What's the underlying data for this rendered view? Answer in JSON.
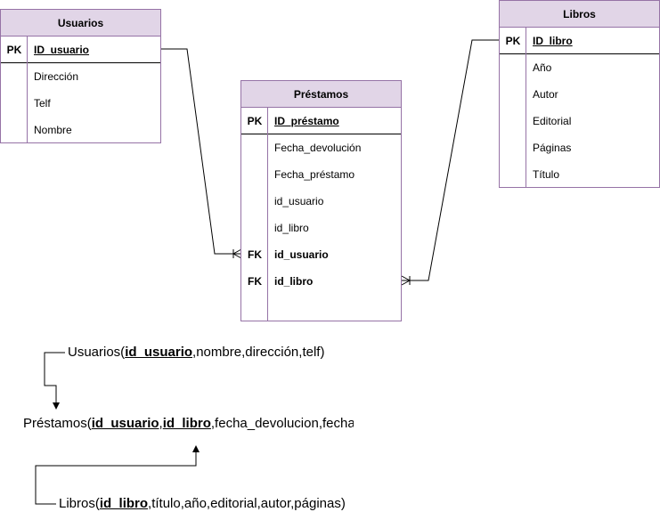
{
  "entities": {
    "usuarios": {
      "title": "Usuarios",
      "pk_label": "PK",
      "pk_field": "ID_usuario",
      "attributes": [
        "Dirección",
        "Telf",
        "Nombre"
      ]
    },
    "prestamos": {
      "title": "Préstamos",
      "pk_label": "PK",
      "pk_field": "ID_préstamo",
      "attributes": [
        "Fecha_devolución",
        "Fecha_préstamo",
        "id_usuario",
        "id_libro"
      ],
      "fk_label": "FK",
      "fk_fields": [
        "id_usuario",
        "id_libro"
      ]
    },
    "libros": {
      "title": "Libros",
      "pk_label": "PK",
      "pk_field": "ID_libro",
      "attributes": [
        "Año",
        "Autor",
        "Editorial",
        "Páginas",
        "Título"
      ]
    }
  },
  "relational": {
    "usuarios": {
      "prefix": "Usuarios(",
      "key": "id_usuario",
      "rest": ",nombre,dirección,telf)"
    },
    "prestamos": {
      "prefix": "Préstamos(",
      "key1": "id_usuario",
      "sep": ",",
      "key2": "id_libro",
      "rest": ",fecha_devolucion,fecha"
    },
    "libros": {
      "prefix": "Libros(",
      "key": "id_libro",
      "rest": ",título,año,editorial,autor,páginas)"
    }
  }
}
